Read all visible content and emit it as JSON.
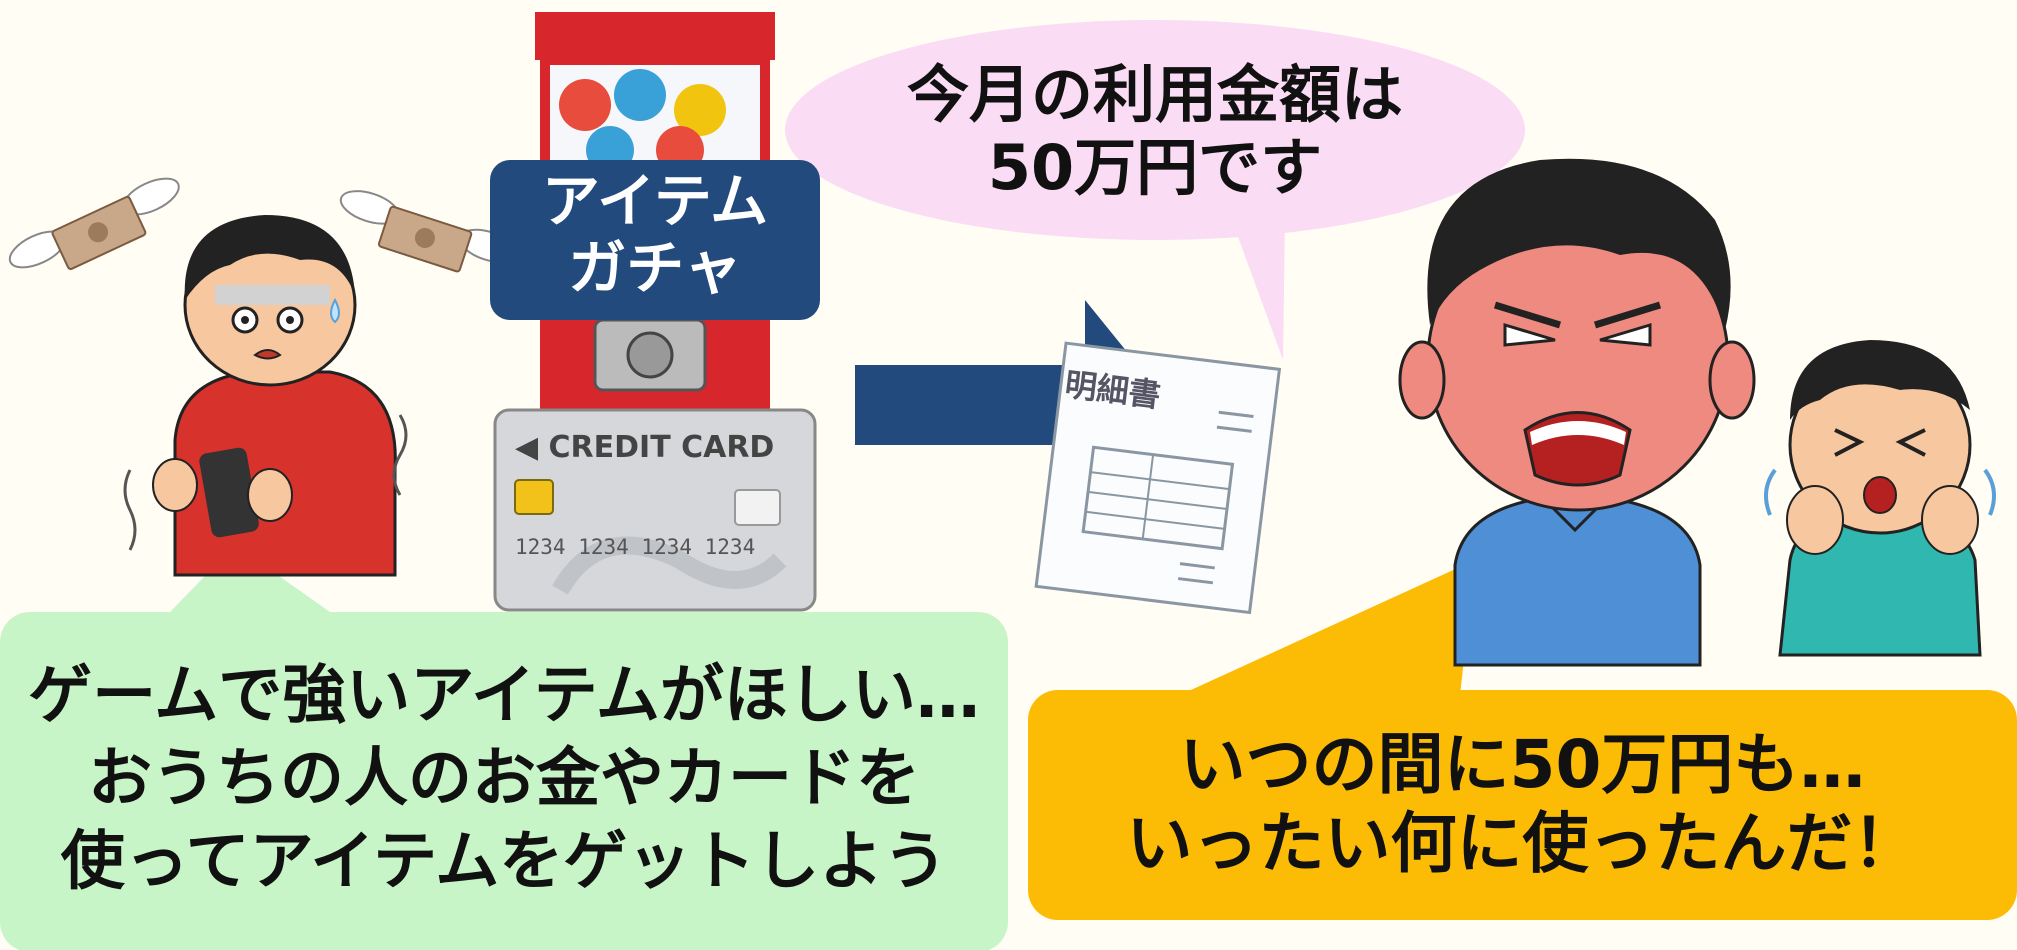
{
  "gacha_label": "アイテム\nガチャ",
  "card": {
    "brand": "◀ CREDIT CARD",
    "number": "1234 1234 1234 1234"
  },
  "statement": {
    "title": "明細書"
  },
  "bubbles": {
    "boy": "ゲームで強いアイテムがほしい…\nおうちの人のお金やカードを\n使ってアイテムをゲットしよう",
    "statement": "今月の利用金額は\n50万円です",
    "father": "いつの間に50万円も…\nいったい何に使ったんだ！"
  },
  "colors": {
    "boy_bubble": "#c8f5c8",
    "statement_bubble": "#fbdcf5",
    "father_bubble": "#fcbc05",
    "gacha_label_bg": "#234a7c",
    "arrow": "#234a7c"
  },
  "icons": [
    "boy-with-phone-icon",
    "flying-money-icon",
    "gacha-machine-icon",
    "credit-card-icon",
    "arrow-right-icon",
    "statement-document-icon",
    "angry-father-icon",
    "crying-child-icon"
  ]
}
